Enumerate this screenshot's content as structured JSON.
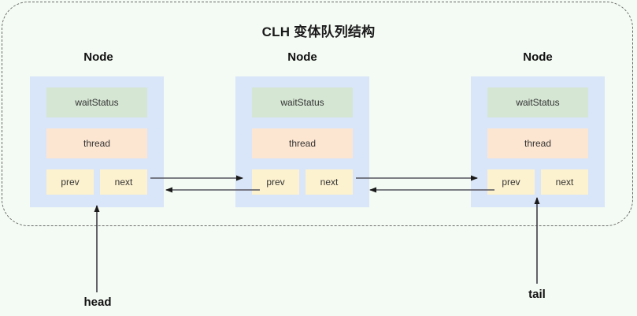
{
  "diagram": {
    "title": "CLH 变体队列结构",
    "background_color": "#f4fbf4",
    "frame_border_color": "#6b6b6b",
    "node_color": "#d9e5f8",
    "waitstatus_color": "#d5e6d3",
    "thread_color": "#fde6d1",
    "pointer_color": "#fdf2cf",
    "arrow_color": "#4a4a55"
  },
  "nodes": [
    {
      "label": "Node",
      "fields": {
        "waitStatus": "waitStatus",
        "thread": "thread",
        "prev": "prev",
        "next": "next"
      }
    },
    {
      "label": "Node",
      "fields": {
        "waitStatus": "waitStatus",
        "thread": "thread",
        "prev": "prev",
        "next": "next"
      }
    },
    {
      "label": "Node",
      "fields": {
        "waitStatus": "waitStatus",
        "thread": "thread",
        "prev": "prev",
        "next": "next"
      }
    }
  ],
  "endpoints": {
    "head": "head",
    "tail": "tail"
  }
}
